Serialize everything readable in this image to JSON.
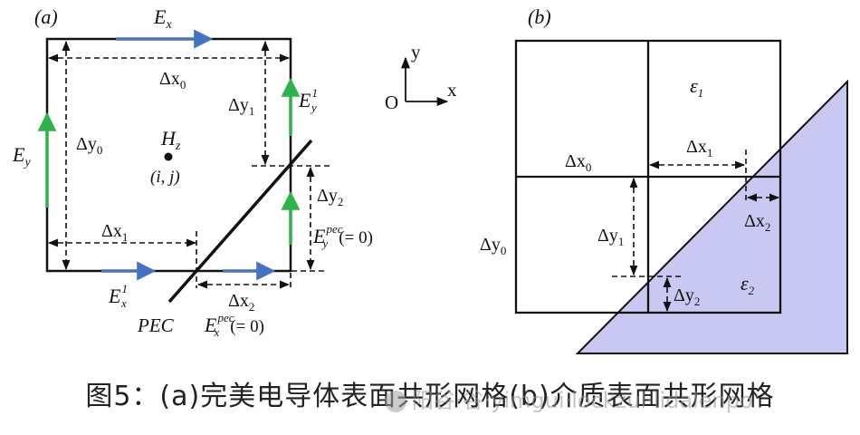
{
  "colors": {
    "arrow_blue": "#4472c4",
    "arrow_green": "#2db34a",
    "dielectric_fill": "#c8c8f2"
  },
  "panel_a": {
    "tag": "(a)",
    "Ex": "E",
    "Ex_sub": "x",
    "Ey": "E",
    "Ey_sub": "y",
    "Hz": "H",
    "Hz_sub": "z",
    "ij": "(i, j)",
    "dx0": "Δx",
    "dx0_sub": "0",
    "dy0": "Δy",
    "dy0_sub": "0",
    "dy1": "Δy",
    "dy1_sub": "1",
    "dx1": "Δx",
    "dx1_sub": "1",
    "dy2": "Δy",
    "dy2_sub": "2",
    "dx2": "Δx",
    "dx2_sub": "2",
    "Ey1": "E",
    "Ey1_sup": "1",
    "Ey1_sub": "y",
    "Ex1": "E",
    "Ex1_sup": "1",
    "Ex1_sub": "x",
    "Eypec": "E",
    "Eypec_sup": "pec",
    "Eypec_sub": "y",
    "Eypec_val": "(= 0)",
    "Expec": "E",
    "Expec_sup": "pec",
    "Expec_sub": "x",
    "Expec_val": "(= 0)",
    "pec": "PEC"
  },
  "axes": {
    "origin": "O",
    "x": "x",
    "y": "y"
  },
  "panel_b": {
    "tag": "(b)",
    "eps1": "ε",
    "eps1_sub": "1",
    "eps2": "ε",
    "eps2_sub": "2",
    "dx0": "Δx",
    "dx0_sub": "0",
    "dy0": "Δy",
    "dy0_sub": "0",
    "dx1": "Δx",
    "dx1_sub": "1",
    "dy1": "Δy",
    "dy1_sub": "1",
    "dx2": "Δx",
    "dx2_sub": "2",
    "dy2": "Δy",
    "dy2_sub": "2"
  },
  "caption": "图5：(a)完美电导体表面共形网格(b)介质表面共形网格",
  "watermark": "阳谷·谷·yimgui·lockzul·lidalenpo"
}
